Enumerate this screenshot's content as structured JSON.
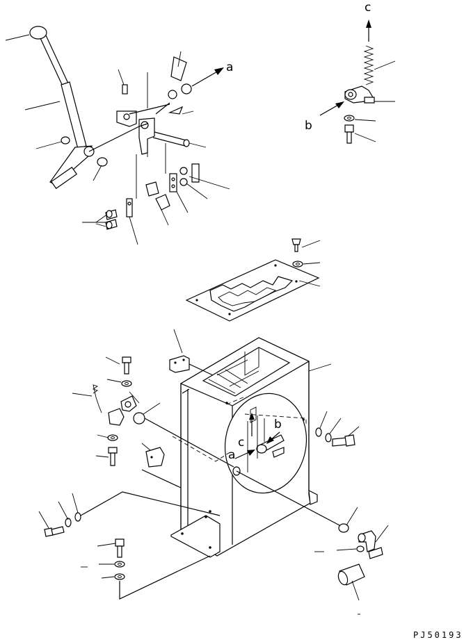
{
  "diagram": {
    "labels": {
      "a_top": "a",
      "b_top": "b",
      "c_top": "c",
      "a_detail": "a",
      "b_detail": "b",
      "c_detail": "c"
    },
    "drawing_code": "PJ50193"
  }
}
